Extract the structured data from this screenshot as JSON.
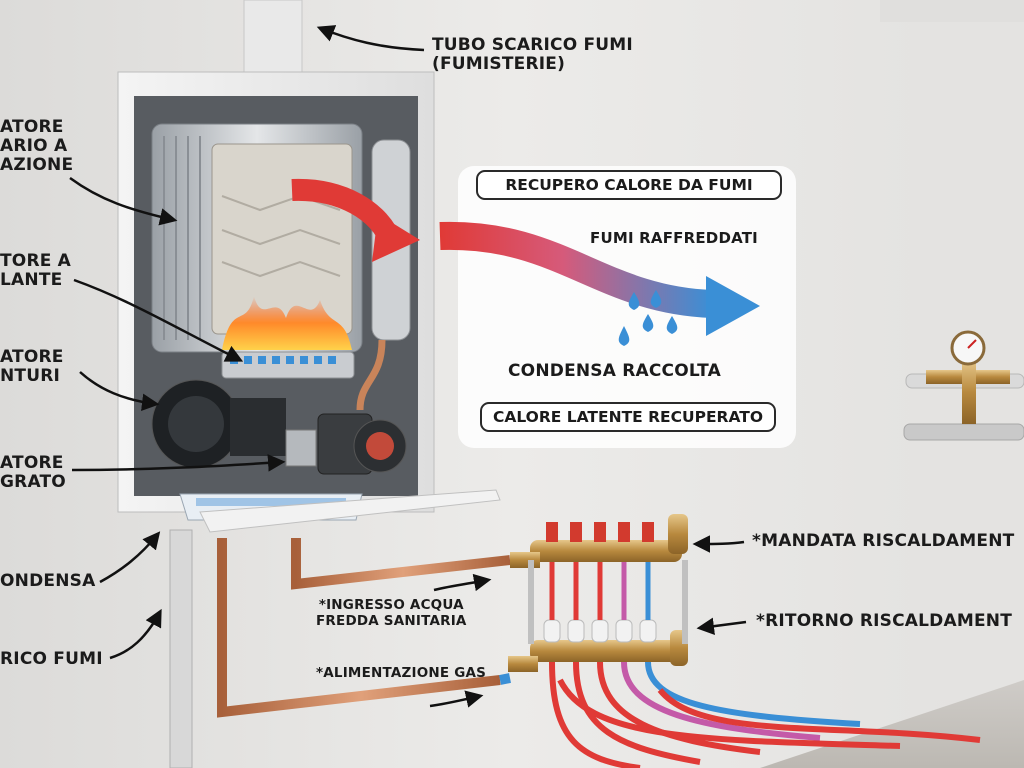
{
  "callouts": {
    "flue_pipe": "TUBO SCARICO FUMI\n(FUMISTERIE)",
    "primary_exchanger": "ATORE\nARIO A\nAZIONE",
    "burner": "TORE A\nLANTE",
    "fan": "ATORE\nNTURI",
    "gas_valve": "ATORE\nGRATO",
    "condensate": "ONDENSA",
    "flue_outlet": "RICO FUMI",
    "cold_water_inlet": "*INGRESSO ACQUA\nFREDDA SANITARIA",
    "gas_supply": "*ALIMENTAZIONE GAS",
    "heating_flow": "*MANDATA RISCALDAMENT",
    "heating_return": "*RITORNO RISCALDAMENT"
  },
  "heat_recovery": {
    "title": "RECUPERO CALORE DA FUMI",
    "cooled_fumes": "FUMI RAFFREDDATI",
    "condensate_collected": "CONDENSA RACCOLTA",
    "latent_heat": "CALORE LATENTE RECUPERATO"
  },
  "icons": {
    "hot_fumes_arrow": "red-arrow",
    "cool_fumes_arrow": "blue-arrow",
    "condensate_drops": "water-drop-icon",
    "pressure_gauge": "gauge-icon"
  },
  "colors": {
    "hot": "#e03a36",
    "cold": "#3a8fd6",
    "copper": "#c9845a",
    "brass": "#c9a25a"
  }
}
